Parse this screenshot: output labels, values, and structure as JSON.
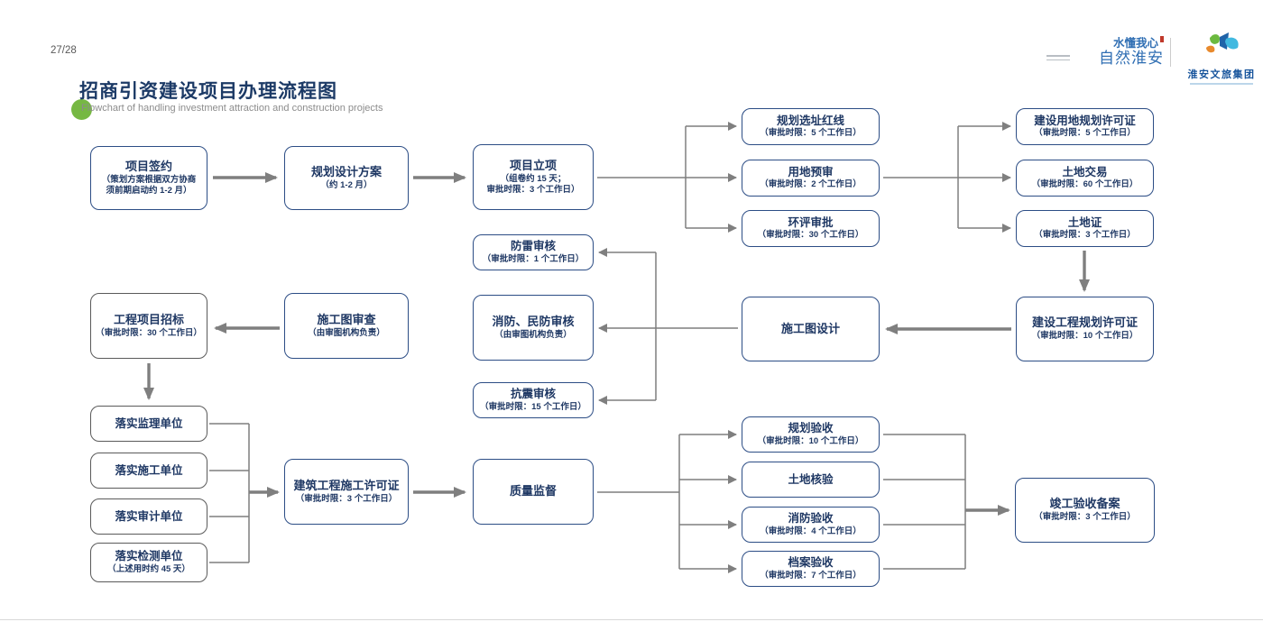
{
  "page": {
    "number": "27/28"
  },
  "header": {
    "title": "招商引资建设项目办理流程图",
    "subtitle": "Flowchart of handling investment attraction and construction projects"
  },
  "logos": {
    "slogan_line1": "水懂我心",
    "slogan_line2": "自然淮安",
    "group_name": "淮安文旅集团"
  },
  "colors": {
    "title_navy": "#1c3a66",
    "box_border_blue": "#2c4d85",
    "box_border_gray": "#5a5a5a",
    "box_text": "#1f3864",
    "arrow_gray": "#7f7f7f",
    "accent_green": "#76b843",
    "slogan_blue": "#2f6eb3"
  },
  "boxes": [
    {
      "title": "项目签约",
      "subtitle": "（策划方案根据双方协商\n须前期启动约 1-2 月）"
    },
    {
      "title": "规划设计方案",
      "subtitle": "（约 1-2 月）"
    },
    {
      "title": "项目立项",
      "subtitle": "（组卷约 15 天；\n审批时限：3 个工作日）"
    },
    {
      "title": "规划选址红线",
      "subtitle": "（审批时限：5 个工作日）"
    },
    {
      "title": "用地预审",
      "subtitle": "（审批时限：2 个工作日）"
    },
    {
      "title": "环评审批",
      "subtitle": "（审批时限：30 个工作日）"
    },
    {
      "title": "建设用地规划许可证",
      "subtitle": "（审批时限：5 个工作日）"
    },
    {
      "title": "土地交易",
      "subtitle": "（审批时限：60 个工作日）"
    },
    {
      "title": "土地证",
      "subtitle": "（审批时限：3 个工作日）"
    },
    {
      "title": "防雷审核",
      "subtitle": "（审批时限：1 个工作日）"
    },
    {
      "title": "消防、民防审核",
      "subtitle": "（由审图机构负责）"
    },
    {
      "title": "抗震审核",
      "subtitle": "（审批时限：15 个工作日）"
    },
    {
      "title": "施工图设计",
      "subtitle": ""
    },
    {
      "title": "建设工程规划许可证",
      "subtitle": "（审批时限：10 个工作日）"
    },
    {
      "title": "施工图审查",
      "subtitle": "（由审图机构负责）"
    },
    {
      "title": "工程项目招标",
      "subtitle": "（审批时限：30 个工作日）"
    },
    {
      "title": "落实监理单位",
      "subtitle": ""
    },
    {
      "title": "落实施工单位",
      "subtitle": ""
    },
    {
      "title": "落实审计单位",
      "subtitle": ""
    },
    {
      "title": "落实检测单位",
      "subtitle": "（上述用时约 45 天）"
    },
    {
      "title": "建筑工程施工许可证",
      "subtitle": "（审批时限：3 个工作日）"
    },
    {
      "title": "质量监督",
      "subtitle": ""
    },
    {
      "title": "规划验收",
      "subtitle": "（审批时限：10 个工作日）"
    },
    {
      "title": "土地核验",
      "subtitle": ""
    },
    {
      "title": "消防验收",
      "subtitle": "（审批时限：4 个工作日）"
    },
    {
      "title": "档案验收",
      "subtitle": "（审批时限：7 个工作日）"
    },
    {
      "title": "竣工验收备案",
      "subtitle": "（审批时限：3 个工作日）"
    }
  ]
}
